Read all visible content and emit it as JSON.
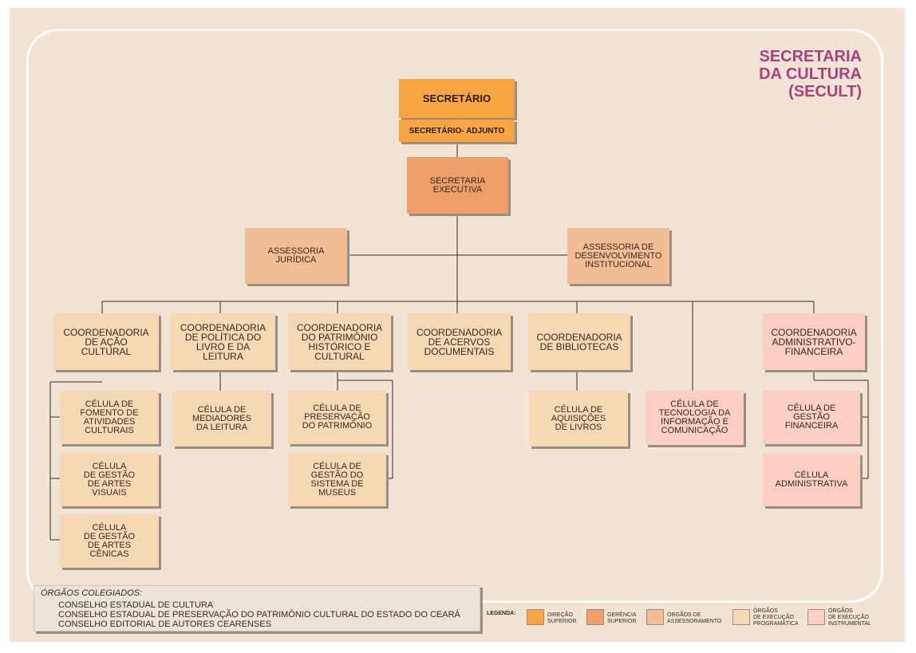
{
  "title_lines": [
    "SECRETARIA",
    "DA CULTURA",
    "(SECULT)"
  ],
  "colors": {
    "direcao_superior": "#f7a540",
    "gerencia_superior": "#ee9f69",
    "orgaos_assessoramento": "#f2bd95",
    "execucao_programatica": "#f5d9b4",
    "execucao_instrumental": "#fbcfc1",
    "title": "#a8417e"
  },
  "nodes": {
    "secretario": "SECRETÁRIO",
    "secretario_adjunto": "SECRETÁRIO- ADJUNTO",
    "secretaria_executiva": [
      "SECRETARIA",
      "EXECUTIVA"
    ],
    "assessoria_juridica": [
      "ASSESSORIA",
      "JURÍDICA"
    ],
    "assessoria_desenvolvimento": [
      "ASSESSORIA DE",
      "DESENVOLVIMENTO",
      "INSTITUCIONAL"
    ],
    "coord_acao_cultural": [
      "COORDENADORIA",
      "DE AÇÃO",
      "CULTURAL"
    ],
    "coord_politica_livro": [
      "COORDENADORIA",
      "DE POLÍTICA DO",
      "LIVRO E DA",
      "LEITURA"
    ],
    "coord_patrimonio": [
      "COORDENADORIA",
      "DO PATRIMÔNIO",
      "HISTÓRICO E",
      "CULTURAL"
    ],
    "coord_acervos": [
      "COORDENADORIA",
      "DE ACERVOS",
      "DOCUMENTAIS"
    ],
    "coord_bibliotecas": [
      "COORDENADORIA",
      "DE BIBLIOTECAS"
    ],
    "coord_adm_financeira": [
      "COORDENADORIA",
      "ADMINISTRATIVO-",
      "FINANCEIRA"
    ],
    "cel_fomento": [
      "CÉLULA DE",
      "FOMENTO DE",
      "ATIVIDADES",
      "CULTURAIS"
    ],
    "cel_artes_visuais": [
      "CÉLULA",
      "DE GESTÃO",
      "DE ARTES",
      "VISUAIS"
    ],
    "cel_artes_cenicas": [
      "CÉLULA",
      "DE GESTÃO",
      "DE ARTES",
      "CÊNICAS"
    ],
    "cel_mediadores": [
      "CÉLULA DE",
      "MEDIADORES",
      "DA LEITURA"
    ],
    "cel_preservacao": [
      "CÉLULA DE",
      "PRESERVAÇÃO",
      "DO PATRIMÔNIO"
    ],
    "cel_museus": [
      "CÉLULA DE",
      "GESTÃO DO",
      "SISTEMA DE",
      "MUSEUS"
    ],
    "cel_aquisicoes": [
      "CÉLULA DE",
      "AQUISIÇÕES",
      "DE LIVROS"
    ],
    "cel_tecnologia": [
      "CÉLULA DE",
      "TECNOLOGIA DA",
      "INFORMAÇÃO E",
      "COMUNICAÇÃO"
    ],
    "cel_gestao_financeira": [
      "CÉLULA DE",
      "GESTÃO",
      "FINANCEIRA"
    ],
    "cel_administrativa": [
      "CÉLULA",
      "ADMINISTRATIVA"
    ]
  },
  "colegiados": {
    "title": "ÓRGÃOS COLEGIADOS:",
    "items": [
      "CONSELHO ESTADUAL DE CULTURA",
      "CONSELHO ESTADUAL DE PRESERVAÇÃO DO PATRIMÔNIO CULTURAL DO ESTADO DO CEARÁ",
      "CONSELHO EDITORIAL DE AUTORES CEARENSES"
    ]
  },
  "legend": {
    "title": "LEGENDA:",
    "items": [
      {
        "lines": [
          "DIREÇÃO",
          "SUPERIOR"
        ],
        "color": "#f7a540"
      },
      {
        "lines": [
          "GERÊNCIA",
          "SUPERIOR"
        ],
        "color": "#ee9f69"
      },
      {
        "lines": [
          "ÓRGÃOS DE",
          "ASSESSORAMENTO"
        ],
        "color": "#f2bd95"
      },
      {
        "lines": [
          "ÓRGÃOS",
          "DE EXECUÇÃO",
          "PROGRAMÁTICA"
        ],
        "color": "#f5d9b4"
      },
      {
        "lines": [
          "ÓRGÃOS",
          "DE EXECUÇÃO",
          "INSTRUMENTAL"
        ],
        "color": "#fbcfc1"
      }
    ]
  }
}
